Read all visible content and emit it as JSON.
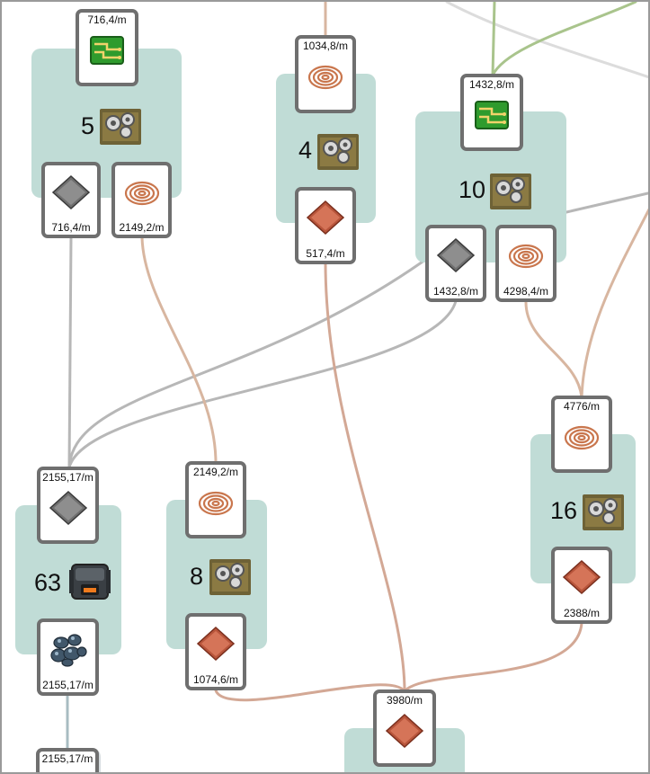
{
  "colors": {
    "group_bg": "#c0dcd6",
    "item_border": "#6f6f6f",
    "edge_copper_cable": "#d8b6a0",
    "edge_copper_plate": "#d3a895",
    "edge_iron_plate": "#b7b7b7",
    "edge_circuit": "#a9c48c",
    "edge_misc": "#dcdcdc",
    "edge_ore": "#a8bcc2"
  },
  "groups": [
    {
      "id": "circuit-a",
      "count": "5",
      "machine_icon": "assembling-machine-icon",
      "output": {
        "rate": "716,4/m",
        "icon": "electronic-circuit-icon"
      },
      "inputs": [
        {
          "rate": "716,4/m",
          "icon": "iron-plate-icon"
        },
        {
          "rate": "2149,2/m",
          "icon": "copper-cable-icon"
        }
      ]
    },
    {
      "id": "cable-a",
      "count": "4",
      "machine_icon": "assembling-machine-icon",
      "output": {
        "rate": "1034,8/m",
        "icon": "copper-cable-icon"
      },
      "inputs": [
        {
          "rate": "517,4/m",
          "icon": "copper-plate-icon"
        }
      ]
    },
    {
      "id": "circuit-b",
      "count": "10",
      "machine_icon": "assembling-machine-icon",
      "output": {
        "rate": "1432,8/m",
        "icon": "electronic-circuit-icon"
      },
      "inputs": [
        {
          "rate": "1432,8/m",
          "icon": "iron-plate-icon"
        },
        {
          "rate": "4298,4/m",
          "icon": "copper-cable-icon"
        }
      ]
    },
    {
      "id": "cable-b",
      "count": "16",
      "machine_icon": "assembling-machine-icon",
      "output": {
        "rate": "4776/m",
        "icon": "copper-cable-icon"
      },
      "inputs": [
        {
          "rate": "2388/m",
          "icon": "copper-plate-icon"
        }
      ]
    },
    {
      "id": "iron-smelting",
      "count": "63",
      "machine_icon": "electric-furnace-icon",
      "output": {
        "rate": "2155,17/m",
        "icon": "iron-plate-icon"
      },
      "inputs": [
        {
          "rate": "2155,17/m",
          "icon": "iron-ore-icon"
        }
      ]
    },
    {
      "id": "cable-c",
      "count": "8",
      "machine_icon": "assembling-machine-icon",
      "output": {
        "rate": "2149,2/m",
        "icon": "copper-cable-icon"
      },
      "inputs": [
        {
          "rate": "1074,6/m",
          "icon": "copper-plate-icon"
        }
      ]
    },
    {
      "id": "copper-smelting",
      "output": {
        "rate": "3980/m",
        "icon": "copper-plate-icon"
      }
    },
    {
      "id": "iron-ore-source",
      "output": {
        "rate": "2155,17/m",
        "icon": "iron-ore-icon"
      }
    }
  ]
}
